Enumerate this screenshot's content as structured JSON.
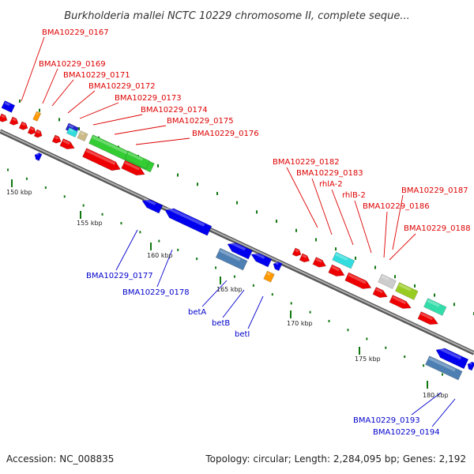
{
  "title": "Burkholderia mallei NCTC 10229 chromosome II, complete seque...",
  "footer": {
    "accession": "Accession: NC_008835",
    "topology": "Topology: circular; Length: 2,284,095 bp; Genes: 2,192"
  },
  "colors": {
    "forward_label": "#dd0000",
    "reverse_label": "#0000cc",
    "backbone": "#888888",
    "tick": "#117711"
  },
  "scale_labels": [
    "150 kbp",
    "155 kbp",
    "160 kbp",
    "165 kbp",
    "170 kbp",
    "175 kbp",
    "180 kbp"
  ],
  "forward_genes": [
    "BMA10229_0167",
    "BMA10229_0169",
    "BMA10229_0171",
    "BMA10229_0172",
    "BMA10229_0173",
    "BMA10229_0174",
    "BMA10229_0175",
    "BMA10229_0176",
    "BMA10229_0182",
    "BMA10229_0183",
    "rhlA-2",
    "rhlB-2",
    "BMA10229_0187",
    "BMA10229_0186",
    "BMA10229_0188"
  ],
  "reverse_genes": [
    "BMA10229_0177",
    "BMA10229_0178",
    "betA",
    "betB",
    "betI",
    "BMA10229_0193",
    "BMA10229_0194"
  ]
}
